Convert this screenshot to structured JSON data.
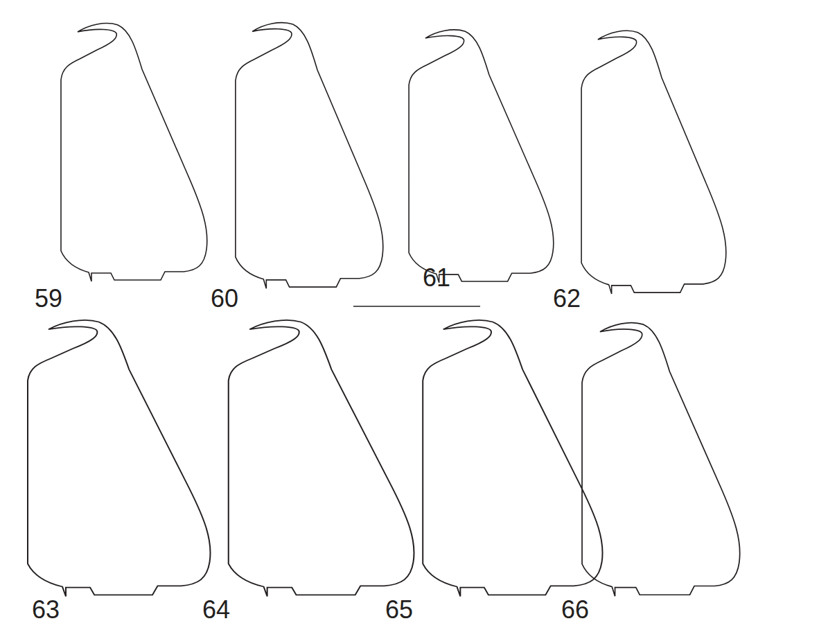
{
  "diagram": {
    "labels": [
      "59",
      "60",
      "61",
      "62",
      "63",
      "64",
      "65",
      "66"
    ]
  }
}
